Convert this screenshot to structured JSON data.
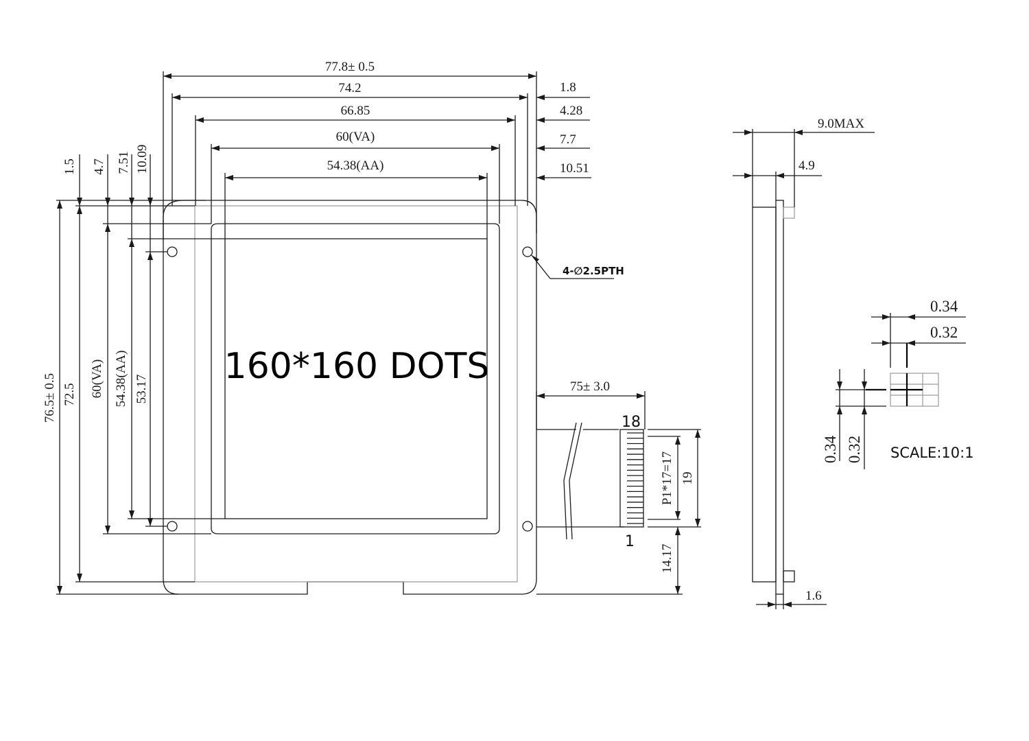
{
  "front_view": {
    "outline_width": "77.8± 0.5",
    "glass_width": "74.2",
    "bezel_width": "66.85",
    "va_width": "60(VA)",
    "aa_width": "54.38(AA)",
    "right_offset_1": "1.8",
    "right_offset_2": "4.28",
    "right_offset_3": "7.7",
    "right_offset_4": "10.51",
    "top_offset_1": "1.5",
    "top_offset_2": "4.7",
    "top_offset_3": "7.51",
    "top_offset_4": "10.09",
    "outline_height": "76.5± 0.5",
    "glass_height": "72.5",
    "va_height": "60(VA)",
    "aa_height": "54.38(AA)",
    "hole_pitch": "53.17",
    "display_label": "160*160 DOTS",
    "hole_note": "4-∅2.5PTH"
  },
  "fpc": {
    "length": "75± 3.0",
    "pin_last": "18",
    "pin_first": "1",
    "pitch": "P1*17=17",
    "width": "19",
    "bottom_offset": "14.17"
  },
  "side_view": {
    "max_thickness": "9.0MAX",
    "module_thickness": "4.9",
    "pcb_thickness": "1.6"
  },
  "dot_detail": {
    "dot_pitch_h": "0.34",
    "dot_size_h": "0.32",
    "dot_pitch_v": "0.34",
    "dot_size_v": "0.32",
    "scale": "SCALE:10:1"
  }
}
